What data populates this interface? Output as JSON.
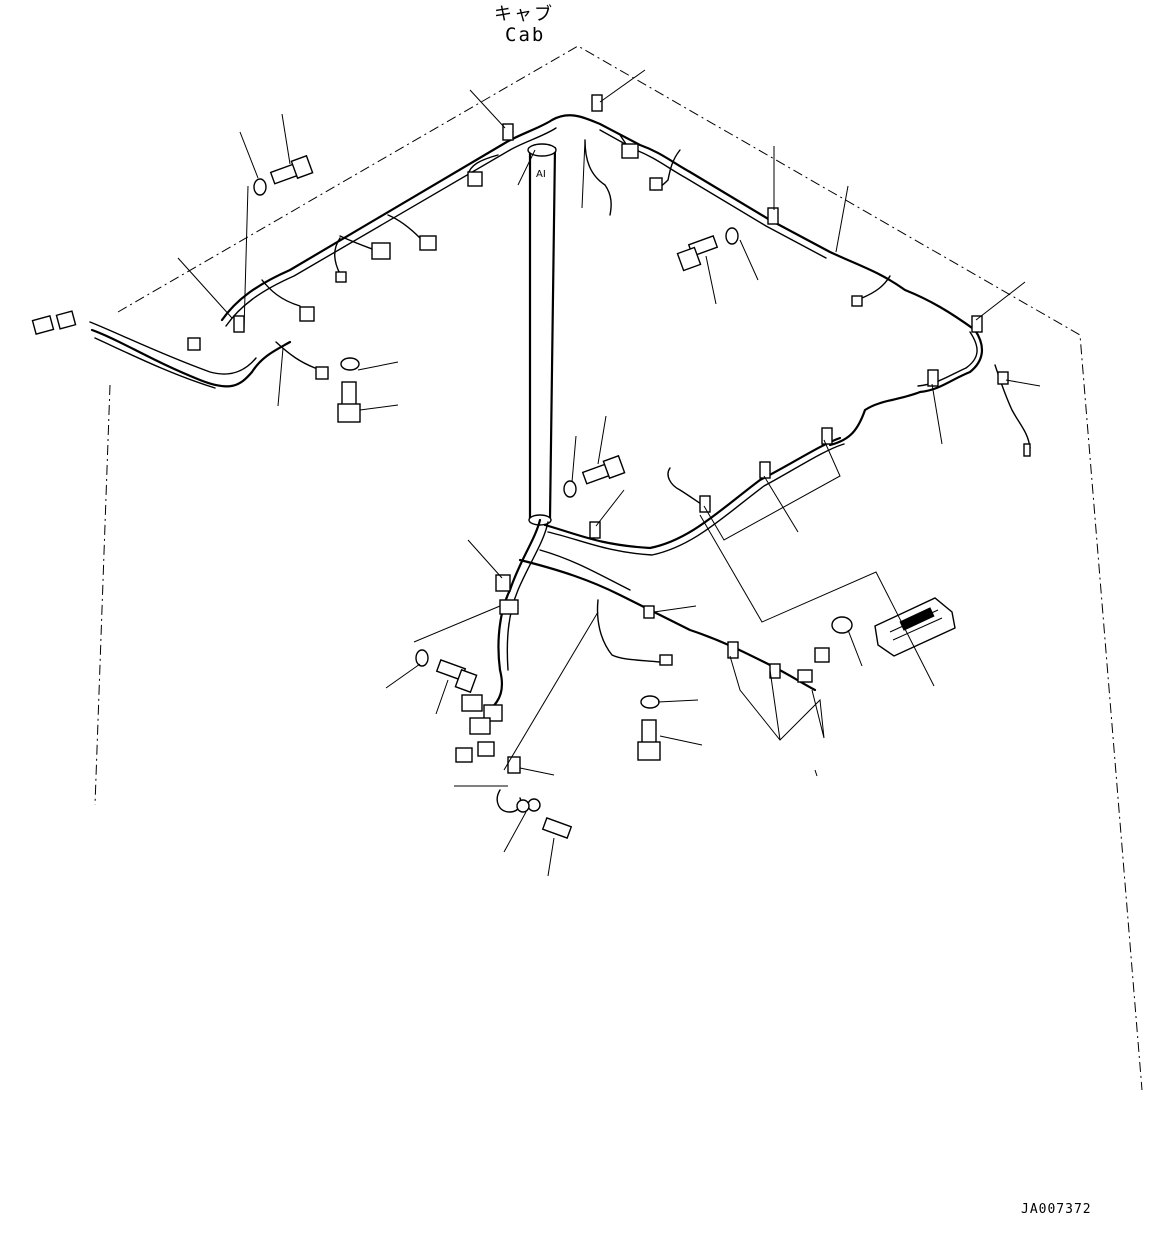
{
  "labels": {
    "cab_japanese": "キャブ",
    "cab_english": "Cab",
    "drawing_code": "JA007372"
  }
}
